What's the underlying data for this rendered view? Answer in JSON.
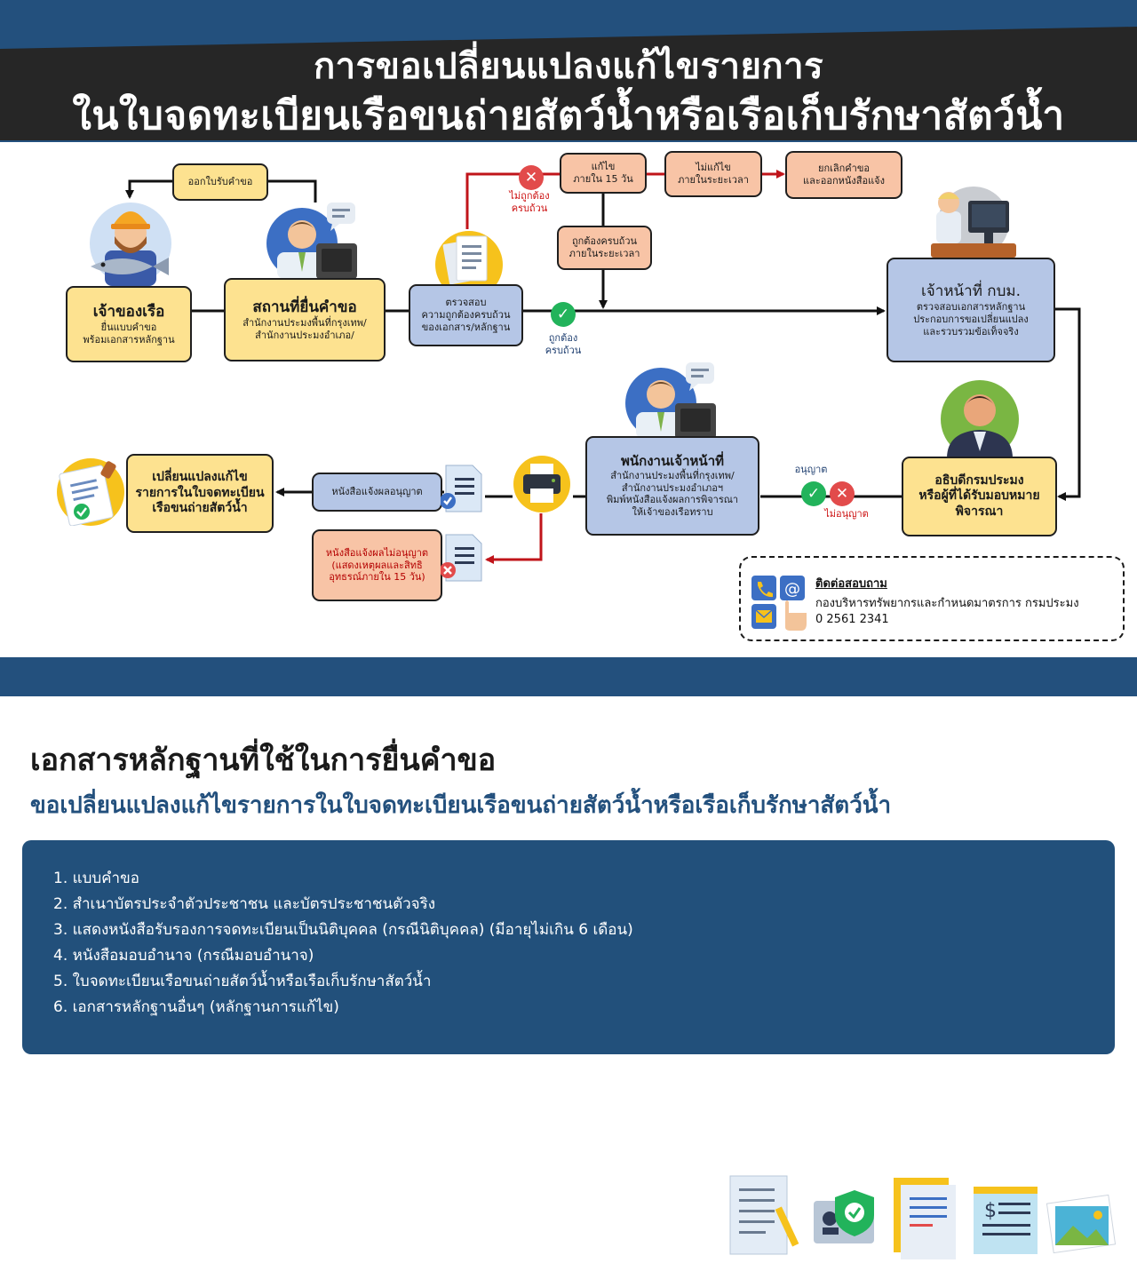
{
  "header": {
    "line1": "การขอเปลี่ยนแปลงแก้ไขรายการ",
    "line2": "ในใบจดทะเบียนเรือขนถ่ายสัตว์น้ำหรือเรือเก็บรักษาสัตว์น้ำ"
  },
  "flow": {
    "owner": {
      "title": "เจ้าของเรือ",
      "line1": "ยื่นแบบคำขอ",
      "line2": "พร้อมเอกสารหลักฐาน"
    },
    "receipt": {
      "label": "ออกใบรับคำขอ"
    },
    "office": {
      "title": "สถานที่ยื่นคำขอ",
      "line1": "สำนักงานประมงพื้นที่กรุงเทพ/",
      "line2": "สำนักงานประมงอำเภอ/"
    },
    "check": {
      "line1": "ตรวจสอบ",
      "line2": "ความถูกต้องครบถ้วน",
      "line3": "ของเอกสาร/หลักฐาน"
    },
    "fix": {
      "line1": "แก้ไข",
      "line2": "ภายใน 15 วัน"
    },
    "notfix": {
      "line1": "ไม่แก้ไข",
      "line2": "ภายในระยะเวลา"
    },
    "cancel": {
      "line1": "ยกเลิกคำขอ",
      "line2": "และออกหนังสือแจ้ง"
    },
    "fixed_ok": {
      "line1": "ถูกต้องครบถ้วน",
      "line2": "ภายในระยะเวลา"
    },
    "incorrect_label": {
      "line1": "ไม่ถูกต้อง",
      "line2": "ครบถ้วน"
    },
    "correct_label": {
      "line1": "ถูกต้อง",
      "line2": "ครบถ้วน"
    },
    "dof_officer": {
      "title": "เจ้าหน้าที่ กบม.",
      "line1": "ตรวจสอบเอกสารหลักฐาน",
      "line2": "ประกอบการขอเปลี่ยนแปลง",
      "line3": "และรวบรวมข้อเท็จจริง"
    },
    "director": {
      "line1": "อธิบดีกรมประมง",
      "line2": "หรือผู้ที่ได้รับมอบหมาย",
      "line3": "พิจารณา"
    },
    "approve_label": "อนุญาต",
    "deny_label": "ไม่อนุญาต",
    "staff": {
      "title": "พนักงานเจ้าหน้าที่",
      "line1": "สำนักงานประมงพื้นที่กรุงเทพ/",
      "line2": "สำนักงานประมงอำเภอฯ",
      "line3": "พิมพ์หนังสือแจ้งผลการพิจารณา",
      "line4": "ให้เจ้าของเรือทราบ"
    },
    "notice_ok": "หนังสือแจ้งผลอนุญาต",
    "notice_no": {
      "line1": "หนังสือแจ้งผลไม่อนุญาต",
      "line2": "(แสดงเหตุผลและสิทธิ",
      "line3": "อุทธรณ์ภายใน 15 วัน)"
    },
    "result": {
      "line1": "เปลี่ยนแปลงแก้ไข",
      "line2": "รายการในใบจดทะเบียน",
      "line3": "เรือขนถ่ายสัตว์น้ำ"
    }
  },
  "contact": {
    "heading": "ติดต่อสอบถาม",
    "org": "กองบริหารทรัพยากรและกำหนดมาตรการ กรมประมง",
    "phone": "0 2561 2341"
  },
  "documents": {
    "title": "เอกสารหลักฐานที่ใช้ในการยื่นคำขอ",
    "subtitle": "ขอเปลี่ยนแปลงแก้ไขรายการในใบจดทะเบียนเรือขนถ่ายสัตว์น้ำหรือเรือเก็บรักษาสัตว์น้ำ",
    "items": [
      "1. แบบคำขอ",
      "2. สำเนาบัตรประจำตัวประชาชน และบัตรประชาชนตัวจริง",
      "3. แสดงหนังสือรับรองการจดทะเบียนเป็นนิติบุคคล  (กรณีนิติบุคคล) (มีอายุไม่เกิน 6 เดือน)",
      "4. หนังสือมอบอำนาจ (กรณีมอบอำนาจ)",
      "5. ใบจดทะเบียนเรือขนถ่ายสัตว์น้ำหรือเรือเก็บรักษาสัตว์น้ำ",
      "6. เอกสารหลักฐานอื่นๆ (หลักฐานการแก้ไข)"
    ]
  },
  "colors": {
    "navy": "#23507d",
    "yellow": "#fde290",
    "blue": "#b5c6e6",
    "salmon": "#f8c4a6",
    "red": "#c0141a",
    "green": "#22b35b"
  }
}
